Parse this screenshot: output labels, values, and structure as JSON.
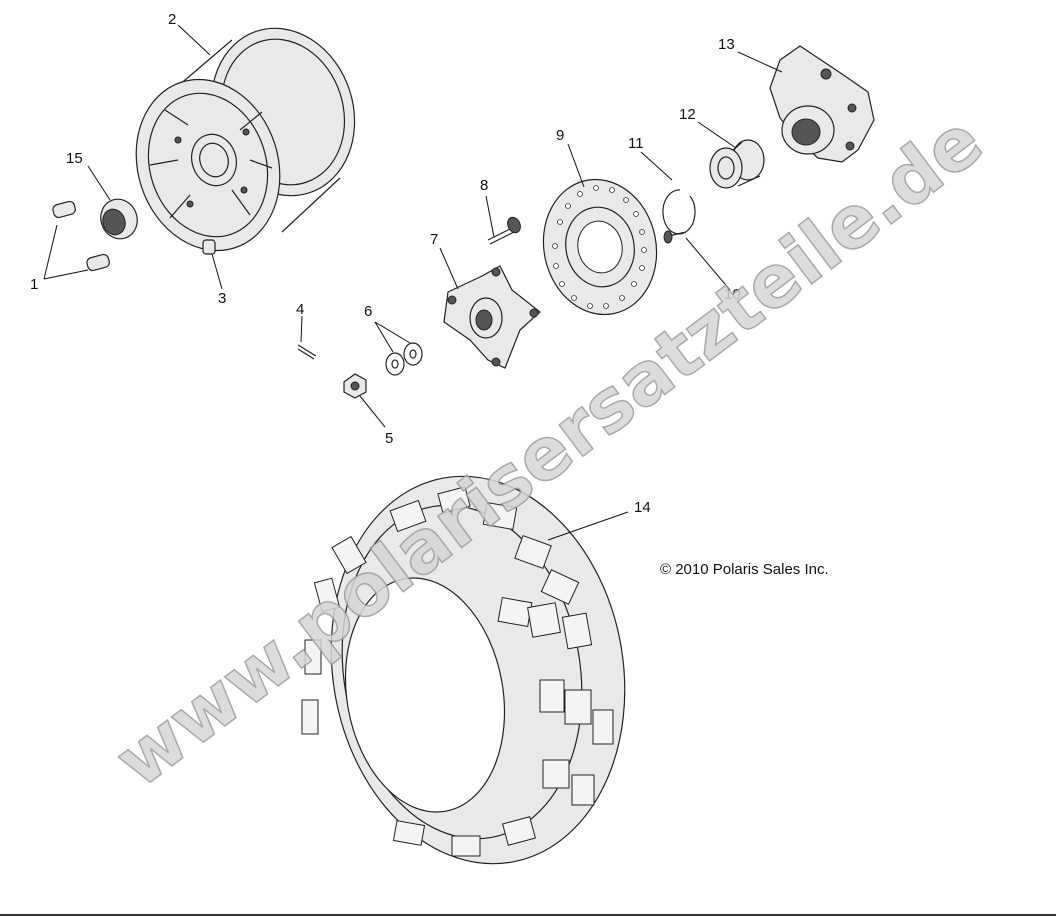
{
  "diagram": {
    "callouts": {
      "c1": "1",
      "c2": "2",
      "c3": "3",
      "c4": "4",
      "c5": "5",
      "c6": "6",
      "c7": "7",
      "c8": "8",
      "c9": "9",
      "c10": "10",
      "c11": "11",
      "c12": "12",
      "c13": "13",
      "c14": "14",
      "c15": "15"
    },
    "copyright": "© 2010 Polaris Sales Inc.",
    "watermark": "www.polarisersatzteile.de"
  }
}
